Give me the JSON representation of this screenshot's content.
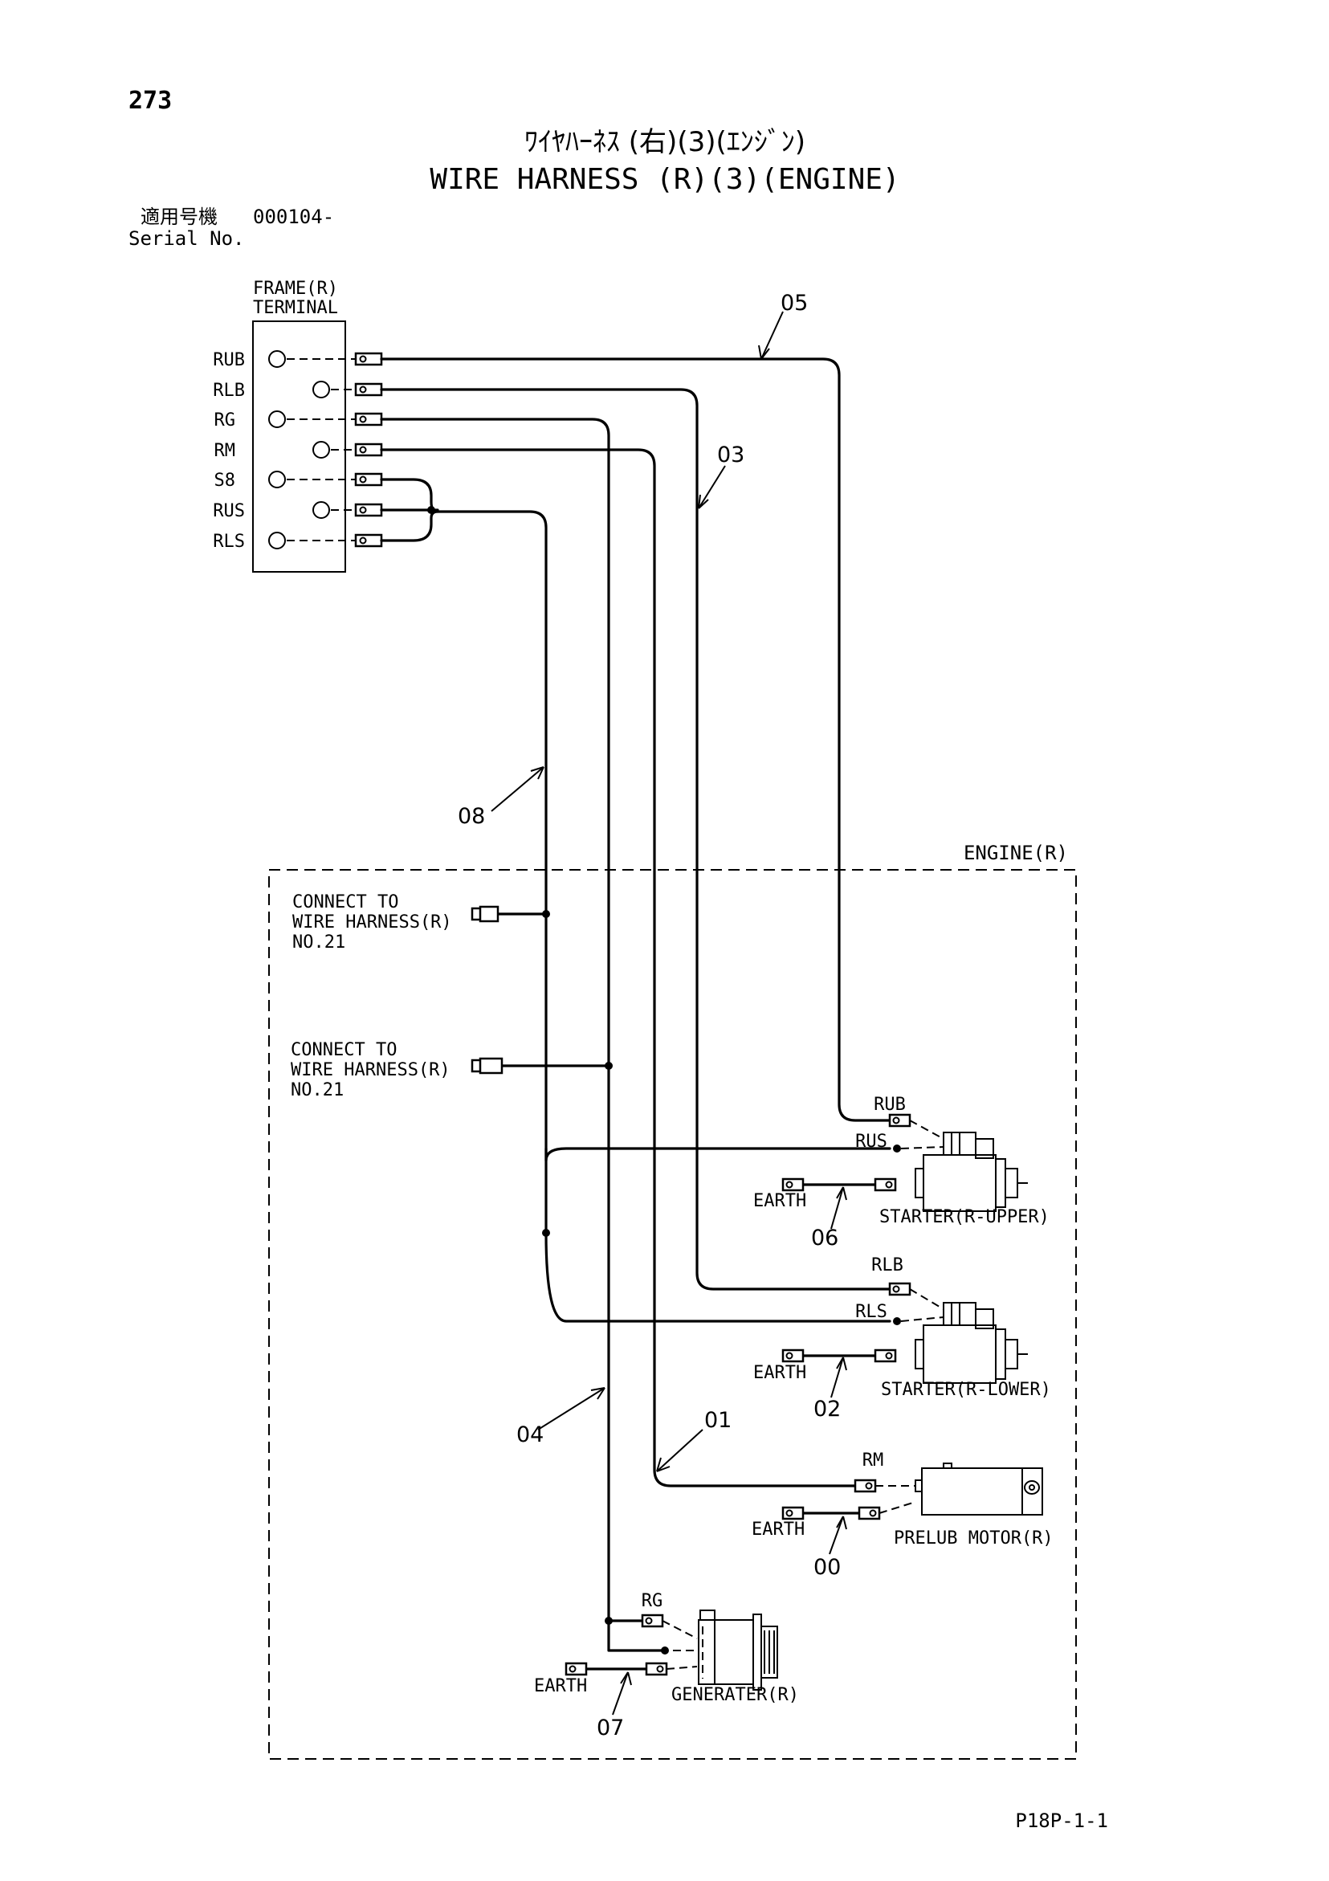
{
  "page_number": "273",
  "title_jp": "ﾜｲﾔﾊｰﾈｽ (右)(3)(ｴﾝｼﾞﾝ)",
  "title_en": "WIRE HARNESS (R)(3)(ENGINE)",
  "serial": {
    "label_jp": "適用号機",
    "label_en": "Serial No.",
    "value": "000104-"
  },
  "frame_terminal": {
    "title_line1": "FRAME(R)",
    "title_line2": "TERMINAL",
    "terminals": [
      "RUB",
      "RLB",
      "RG",
      "RM",
      "S8",
      "RUS",
      "RLS"
    ]
  },
  "region_label": "ENGINE(R)",
  "connect_to": [
    {
      "line1": "CONNECT TO",
      "line2": "WIRE HARNESS(R)",
      "line3": "NO.21"
    },
    {
      "line1": "CONNECT TO",
      "line2": "WIRE HARNESS(R)",
      "line3": "NO.21"
    }
  ],
  "components": {
    "starter_upper": {
      "name": "STARTER(R-UPPER)",
      "terminal_b": "RUB",
      "terminal_s": "RUS",
      "earth": "EARTH"
    },
    "starter_lower": {
      "name": "STARTER(R-LOWER)",
      "terminal_b": "RLB",
      "terminal_s": "RLS",
      "earth": "EARTH"
    },
    "prelub_motor": {
      "name": "PRELUB MOTOR(R)",
      "terminal": "RM",
      "earth": "EARTH"
    },
    "generator": {
      "name": "GENERATER(R)",
      "terminal": "RG",
      "earth": "EARTH"
    }
  },
  "callouts": [
    "05",
    "03",
    "08",
    "06",
    "02",
    "04",
    "01",
    "00",
    "07"
  ],
  "footer_code": "P18P-1-1"
}
